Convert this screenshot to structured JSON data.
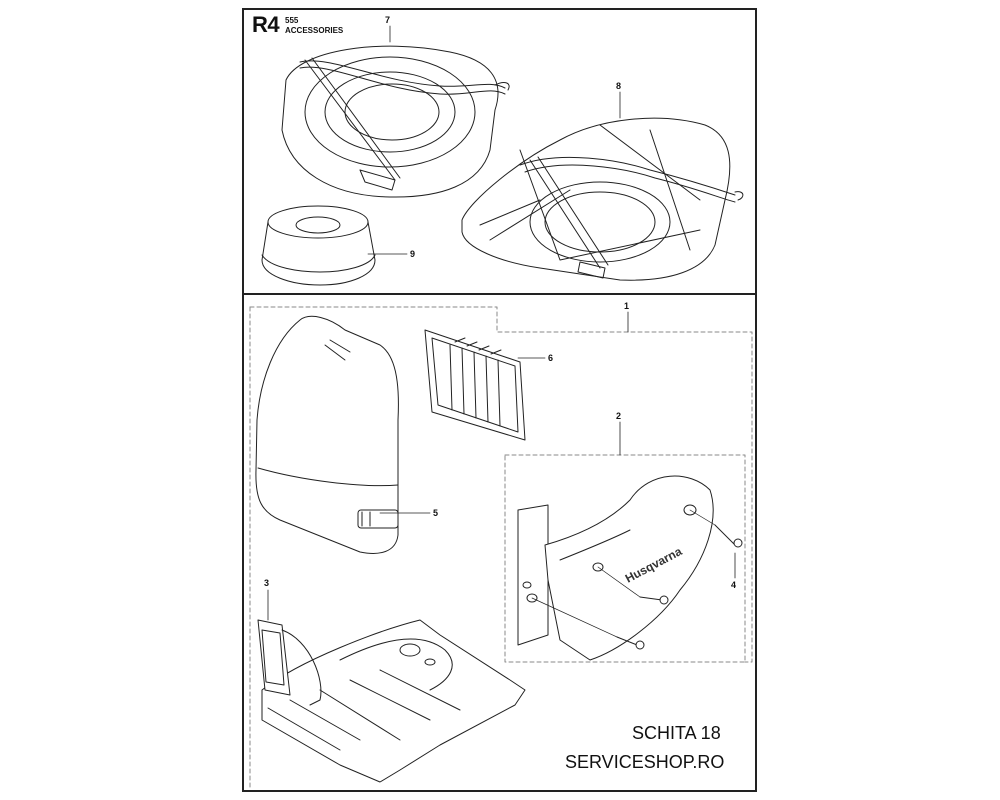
{
  "header": {
    "section_code": "R4",
    "model_number": "555",
    "section_name": "ACCESSORIES"
  },
  "callouts": {
    "c1": "1",
    "c2": "2",
    "c3": "3",
    "c4": "4",
    "c5": "5",
    "c6": "6",
    "c7": "7",
    "c8": "8",
    "c9": "9"
  },
  "brand_mark": "Husqvarna",
  "footer": {
    "sheet_label": "SCHITA 18",
    "site_label": "SERVICESHOP.RO"
  },
  "colors": {
    "line": "#222222",
    "dashed": "#888888",
    "part_fill": "#ffffff"
  }
}
